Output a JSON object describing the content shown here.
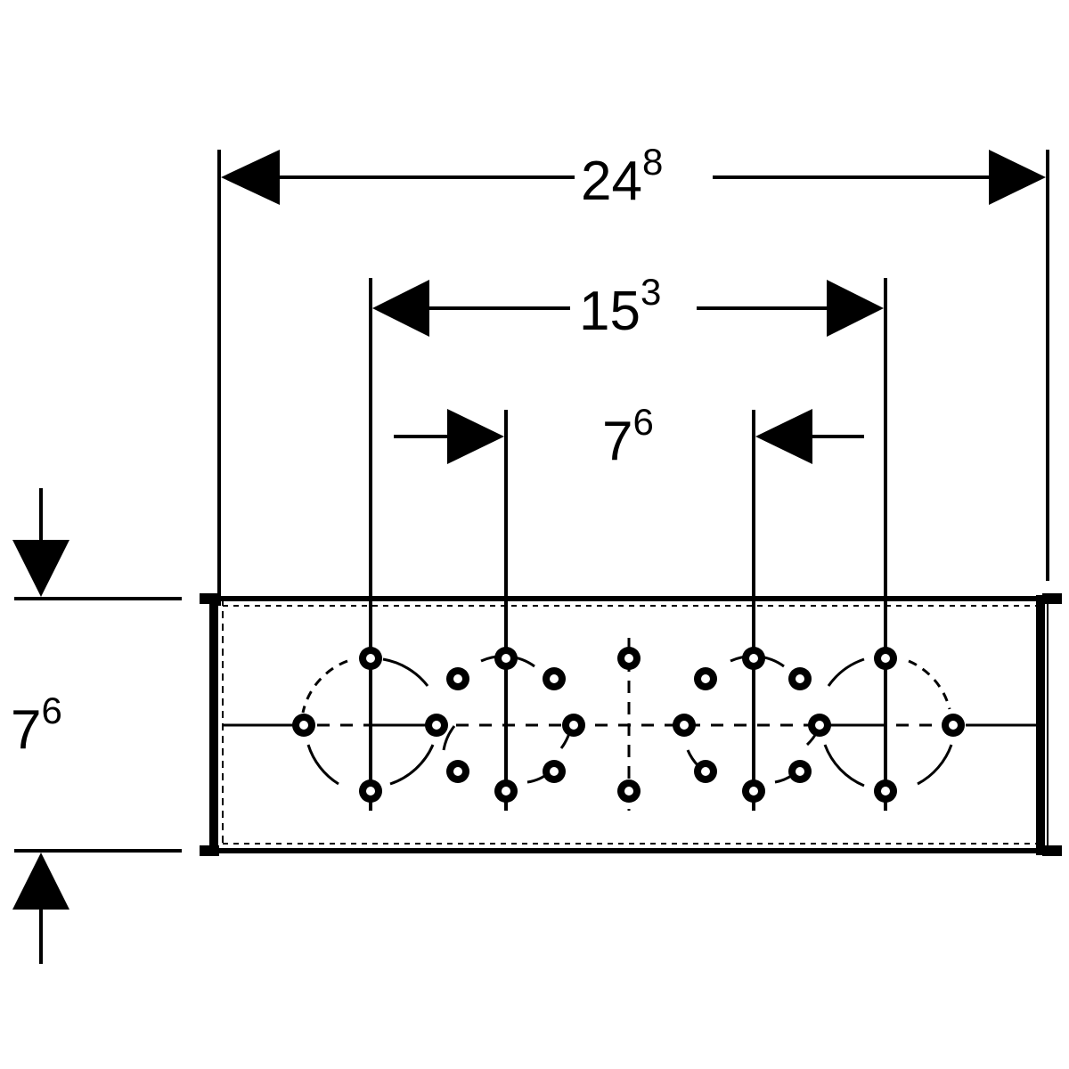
{
  "dimensions": {
    "overall_width": {
      "main": "24",
      "sup": "8"
    },
    "outer_centers": {
      "main": "15",
      "sup": "3"
    },
    "inner_centers": {
      "main": "7",
      "sup": "6"
    },
    "height": {
      "main": "7",
      "sup": "6"
    }
  },
  "colors": {
    "line": "#000000",
    "background": "#ffffff"
  }
}
